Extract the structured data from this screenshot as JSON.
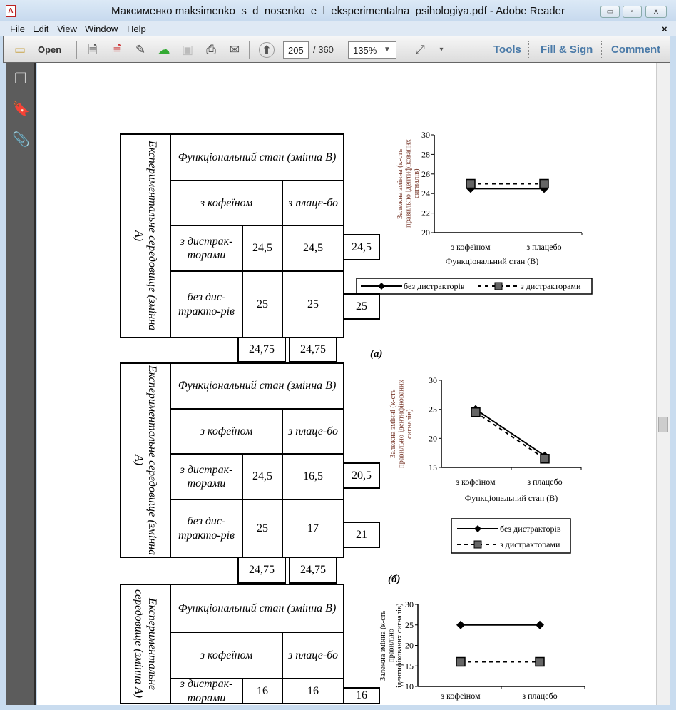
{
  "window": {
    "title": "Максименко maksimenko_s_d_nosenko_e_l_eksperimentalna_psihologiya.pdf - Adobe Reader",
    "minimize": "▭",
    "restore": "▫",
    "close": "X"
  },
  "menu": [
    "File",
    "Edit",
    "View",
    "Window",
    "Help"
  ],
  "menu_close": "×",
  "toolbar": {
    "open": "Open",
    "page_current": "205",
    "page_total": "/ 360",
    "zoom": "135%",
    "tools": "Tools",
    "fill_sign": "Fill & Sign",
    "comment": "Comment"
  },
  "tables": [
    {
      "side_label": "Експериментальне середовище (змінна А)",
      "header": "Функціональний стан (змінна В)",
      "col1": "з кофеїном",
      "col2": "з плаце-бо",
      "row1_label": "з дистрак-торами",
      "row1": [
        "24,5",
        "24,5"
      ],
      "row1_mean": "24,5",
      "row2_label": "без дис-тракто-рів",
      "row2": [
        "25",
        "25"
      ],
      "row2_mean": "25",
      "col_means": [
        "24,75",
        "24,75"
      ]
    },
    {
      "side_label": "Експериментальне середовище (змінна А)",
      "header": "Функціональний стан (змінна В)",
      "col1": "з кофеїном",
      "col2": "з плаце-бо",
      "row1_label": "з дистрак-торами",
      "row1": [
        "24,5",
        "16,5"
      ],
      "row1_mean": "20,5",
      "row2_label": "без дис-тракто-рів",
      "row2": [
        "25",
        "17"
      ],
      "row2_mean": "21",
      "col_means": [
        "24,75",
        "24,75"
      ]
    },
    {
      "side_label": "Експериментальне середовище (змінна А)",
      "header": "Функціональний стан (змінна В)",
      "col1": "з кофеїном",
      "col2": "з плаце-бо",
      "row1_label": "з дистрак-торами",
      "row1": [
        "16",
        "16"
      ],
      "row1_mean": "16"
    }
  ],
  "chart_data": [
    {
      "type": "line",
      "caption": "(а)",
      "ylabel": "Залежна змінна (к-сть правильно ідентифікованих сигналів)",
      "xlabel": "Функціональний стан (В)",
      "categories": [
        "з кофеїном",
        "з плацебо"
      ],
      "ylim": [
        20,
        30
      ],
      "yticks": [
        "20",
        "22",
        "24",
        "26",
        "28",
        "30"
      ],
      "legend": "bottom",
      "series": [
        {
          "name": "без дистракторів",
          "values": [
            24.5,
            24.5
          ]
        },
        {
          "name": "з дистракторами",
          "values": [
            25,
            25
          ]
        }
      ]
    },
    {
      "type": "line",
      "caption": "(б)",
      "ylabel": "Залежна змінні (к-сть правильно ідентифікованих сигналів)",
      "xlabel": "Функціональний стан (В)",
      "categories": [
        "з кофеїном",
        "з плацебо"
      ],
      "ylim": [
        15,
        30
      ],
      "yticks": [
        "15",
        "20",
        "25",
        "30"
      ],
      "legend": "bottom",
      "series": [
        {
          "name": "без дистракторів",
          "values": [
            25,
            17
          ]
        },
        {
          "name": "з дистракторами",
          "values": [
            24.5,
            16.5
          ]
        }
      ]
    },
    {
      "type": "line",
      "ylabel": "Залежна змінна (к-сть правильно ідентифікованих сигналів)",
      "categories": [
        "з кофеїном",
        "з плацебо"
      ],
      "ylim": [
        10,
        30
      ],
      "yticks": [
        "10",
        "15",
        "20",
        "25",
        "30"
      ],
      "series": [
        {
          "name": "без дистракторів",
          "values": [
            25,
            25
          ]
        },
        {
          "name": "з дистракторами",
          "values": [
            16,
            16
          ]
        }
      ]
    }
  ]
}
